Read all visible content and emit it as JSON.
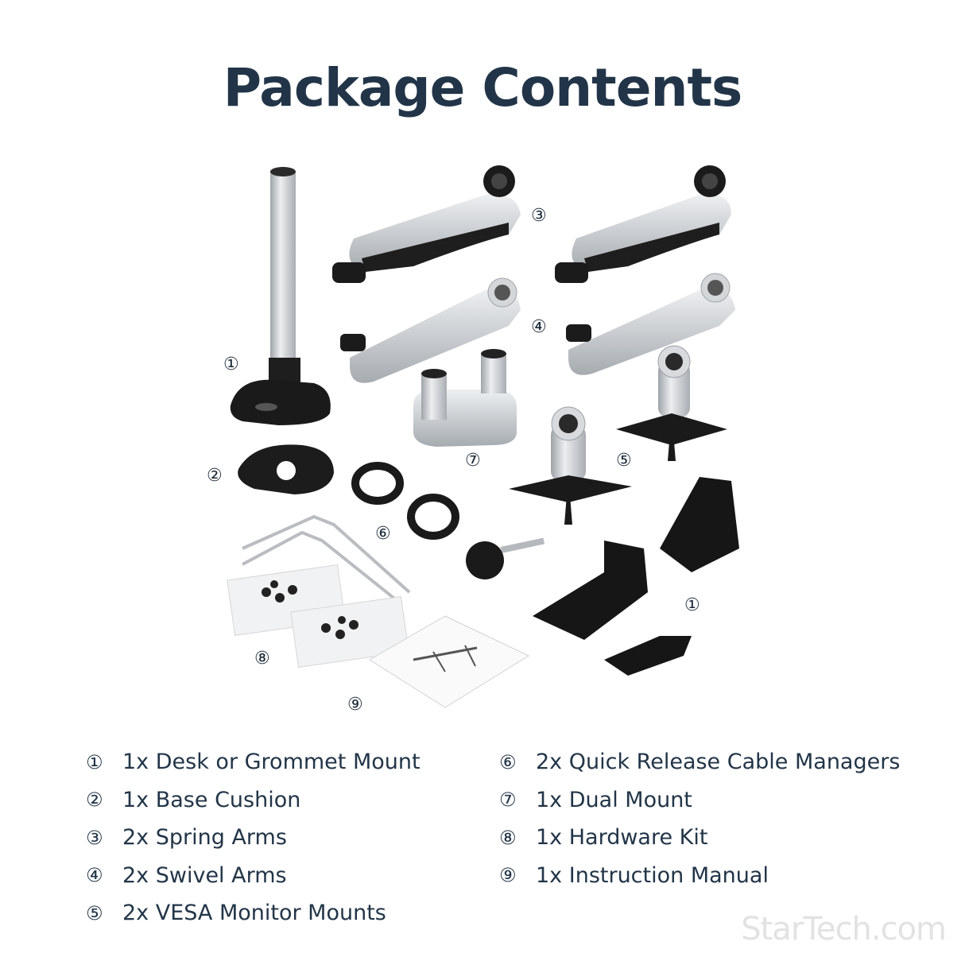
{
  "title": "Package Contents",
  "callouts": [
    "①",
    "②",
    "③",
    "④",
    "⑤",
    "⑥",
    "⑦",
    "⑧",
    "⑨",
    "①"
  ],
  "list_left": [
    {
      "num": "①",
      "text": "1x Desk or Grommet Mount"
    },
    {
      "num": "②",
      "text": "1x Base Cushion"
    },
    {
      "num": "③",
      "text": "2x Spring Arms"
    },
    {
      "num": "④",
      "text": "2x Swivel Arms"
    },
    {
      "num": "⑤",
      "text": "2x VESA Monitor Mounts"
    }
  ],
  "list_right": [
    {
      "num": "⑥",
      "text": "2x Quick Release Cable Managers"
    },
    {
      "num": "⑦",
      "text": "1x Dual Mount"
    },
    {
      "num": "⑧",
      "text": "1x Hardware Kit"
    },
    {
      "num": "⑨",
      "text": "1x Instruction Manual"
    }
  ],
  "brand": "StarTech.com",
  "colors": {
    "title": "#223548",
    "silver": "#c9ccd0",
    "black": "#1e1e1e"
  }
}
